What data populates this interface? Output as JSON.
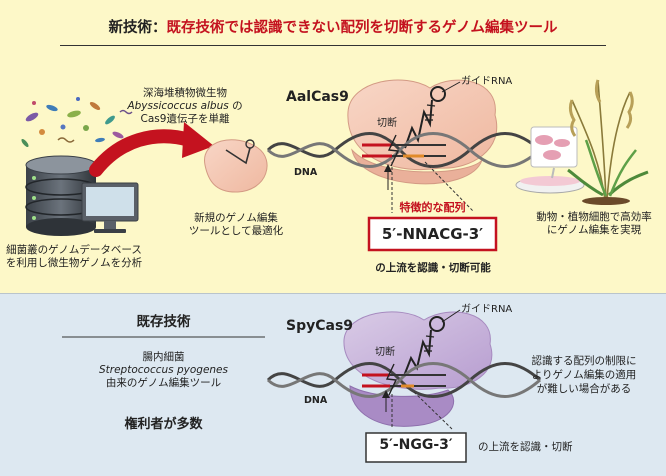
{
  "header": {
    "prefix": "新技術：",
    "title": "既存技術では認識できない配列を切断するゲノム編集ツール",
    "accent_color": "#c4121f"
  },
  "top_panel": {
    "background": "#fdf8c8",
    "source_lines": [
      "深海堆積物微生物",
      "Abyssicoccus albus",
      "の",
      "Cas9遺伝子を単離"
    ],
    "database_caption": [
      "細菌叢のゲノムデータベース",
      "を利用し微生物ゲノムを分析"
    ],
    "optimized_caption": [
      "新規のゲノム編集",
      "ツールとして最適化"
    ],
    "enzyme_name": "AalCas9",
    "guide_rna_label": "ガイドRNA",
    "cut_label": "切断",
    "dna_label": "DNA",
    "feature_label": "特徴的な配列",
    "pam_sequence": "5′-NNACG-3′",
    "pam_caption": "の上流を認識・切断可能",
    "application_caption": [
      "動物・植物細胞で高効率",
      "にゲノム編集を実現"
    ]
  },
  "bottom_panel": {
    "background": "#dde8f1",
    "heading": "既存技術",
    "origin_lines": [
      "腸内細菌",
      "Streptococcus pyogenes",
      "由来のゲノム編集ツール"
    ],
    "patent_note": "権利者が多数",
    "enzyme_name": "SpyCas9",
    "guide_rna_label": "ガイドRNA",
    "cut_label": "切断",
    "dna_label": "DNA",
    "pam_sequence": "5′-NGG-3′",
    "pam_caption": "の上流を認識・切断",
    "limitation_caption": [
      "認識する配列の制限に",
      "よりゲノム編集の適用",
      "が難しい場合がある"
    ]
  },
  "icons": [
    "microbes-icon",
    "database-icon",
    "monitor-icon",
    "red-arrow-icon",
    "small-cas9-icon",
    "cas9-protein-icon",
    "guide-rna-icon",
    "dna-helix-icon",
    "cells-dish-icon",
    "plant-icon"
  ]
}
